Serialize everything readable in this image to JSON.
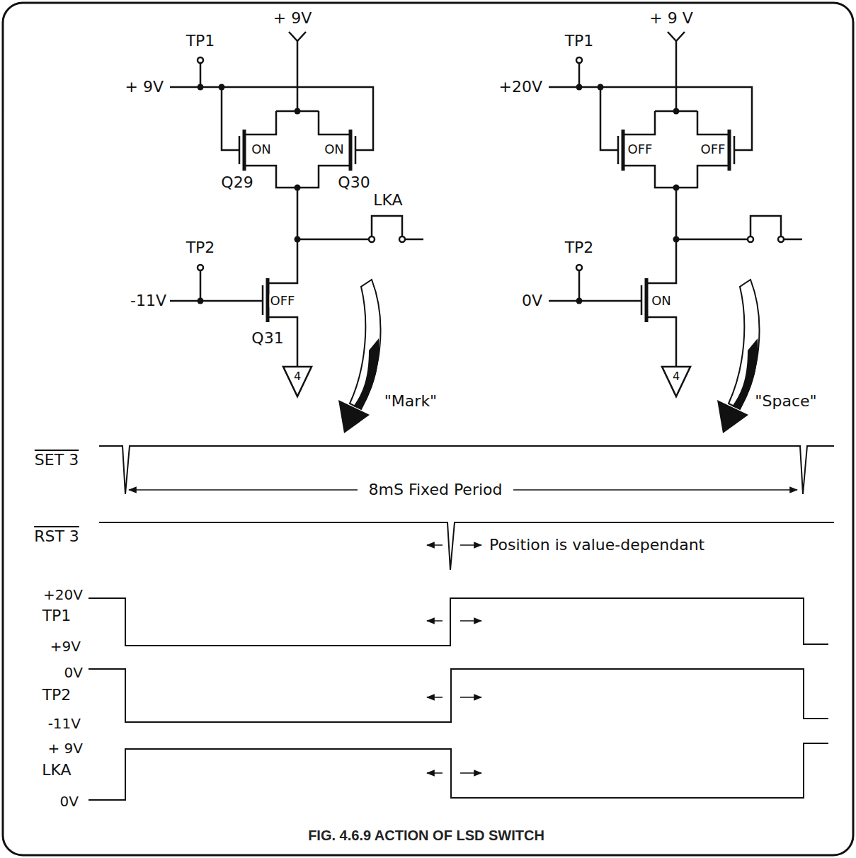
{
  "diagram": {
    "caption": "FIG. 4.6.9 ACTION OF LSD SWITCH",
    "labels": [
      "TP1",
      "+ 9V",
      "+ 9V",
      "ON",
      "ON",
      "Q29",
      "Q30",
      "LKA",
      "TP2",
      "-11V",
      "OFF",
      "Q31",
      "4",
      "\"Mark\"",
      "TP1",
      "+ 9 V",
      "+20V",
      "OFF",
      "OFF",
      "TP2",
      "0V",
      "ON",
      "4",
      "\"Space\"",
      "SET 3",
      "8mS Fixed Period",
      "RST 3",
      "Position is value-dependant",
      "+20V",
      "TP1",
      "+9V",
      "0V",
      "TP2",
      "-11V",
      "+ 9V",
      "LKA",
      "0V"
    ]
  }
}
